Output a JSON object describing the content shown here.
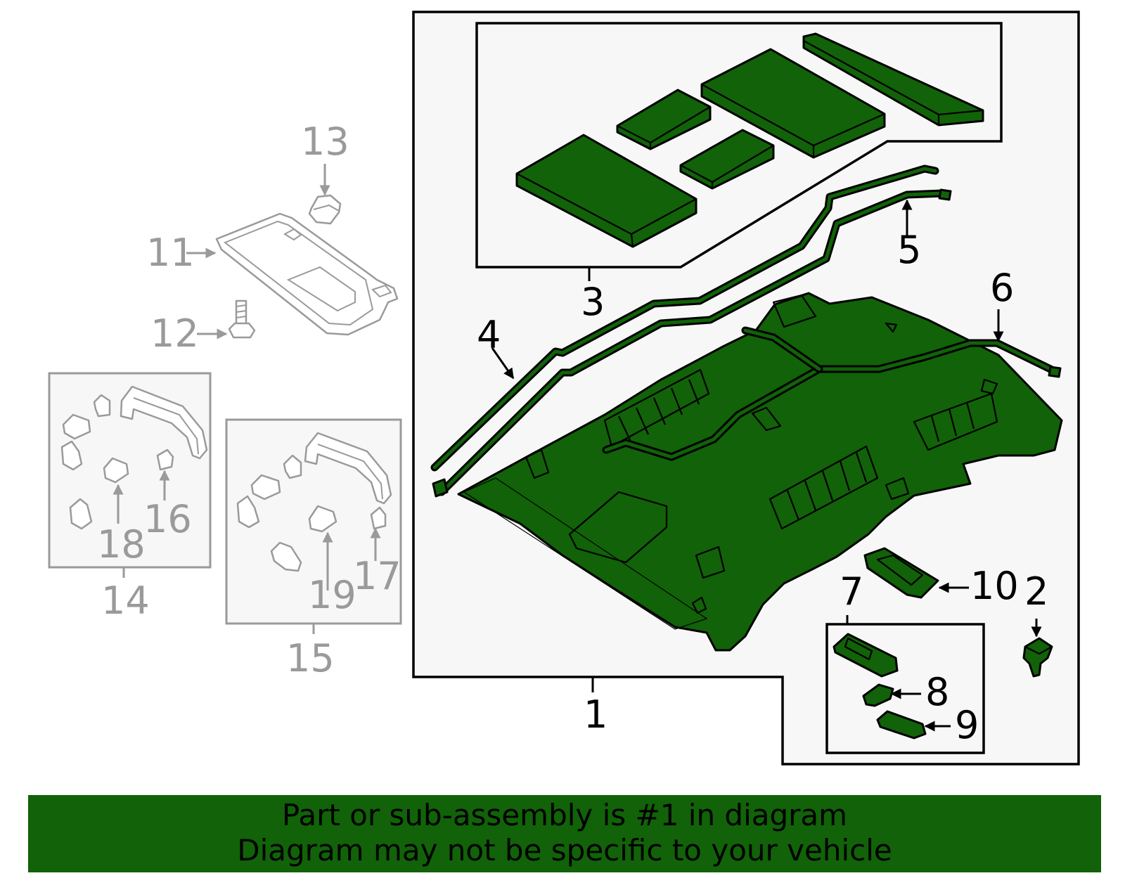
{
  "colors": {
    "highlight": "#116208",
    "gray": "#9a9a9a",
    "panel": "#f7f7f7"
  },
  "diagram": {
    "callouts": {
      "c1": "1",
      "c2": "2",
      "c3": "3",
      "c4": "4",
      "c5": "5",
      "c6": "6",
      "c7": "7",
      "c8": "8",
      "c9": "9",
      "c10": "10",
      "c11": "11",
      "c12": "12",
      "c13": "13",
      "c14": "14",
      "c15": "15",
      "c16": "16",
      "c17": "17",
      "c18": "18",
      "c19": "19"
    }
  },
  "banner": {
    "line1": "Part or sub-assembly is #1 in diagram",
    "line2": "Diagram may not be specific to your vehicle"
  }
}
